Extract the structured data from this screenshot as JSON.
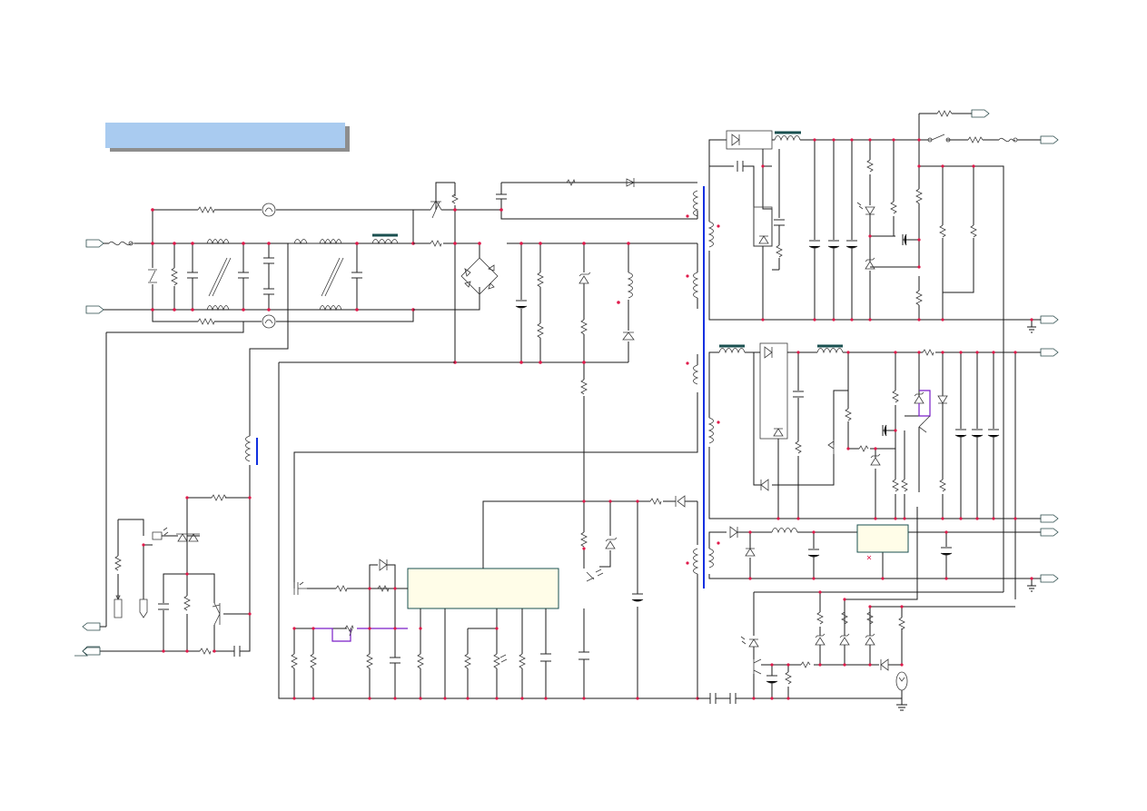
{
  "page": {
    "background": "#ffffff"
  },
  "banner": {
    "text": "",
    "color": "#a9cbf0",
    "shadow": "#8e8e8e"
  },
  "colors": {
    "wire": "#1a1a1a",
    "junction": "#e0194a",
    "transformer_bus": "#1030e0",
    "control_wire": "#7a1fc8",
    "ic_fill": "#fffde8",
    "ic_border": "#1a5050",
    "inductor_bar": "#1a5050"
  },
  "blocks": [
    {
      "id": "pwm-controller-ic",
      "text": ""
    },
    {
      "id": "regulator-ic",
      "text": ""
    }
  ],
  "ports": [
    {
      "id": "ac-input-line",
      "text": ""
    },
    {
      "id": "ac-input-neutral",
      "text": ""
    },
    {
      "id": "left-connector-a",
      "text": ""
    },
    {
      "id": "left-connector-b",
      "text": ""
    },
    {
      "id": "out-1",
      "text": ""
    },
    {
      "id": "out-2",
      "text": ""
    },
    {
      "id": "out-3",
      "text": ""
    },
    {
      "id": "out-4",
      "text": ""
    },
    {
      "id": "out-5",
      "text": ""
    },
    {
      "id": "out-6",
      "text": ""
    },
    {
      "id": "out-7",
      "text": ""
    }
  ]
}
